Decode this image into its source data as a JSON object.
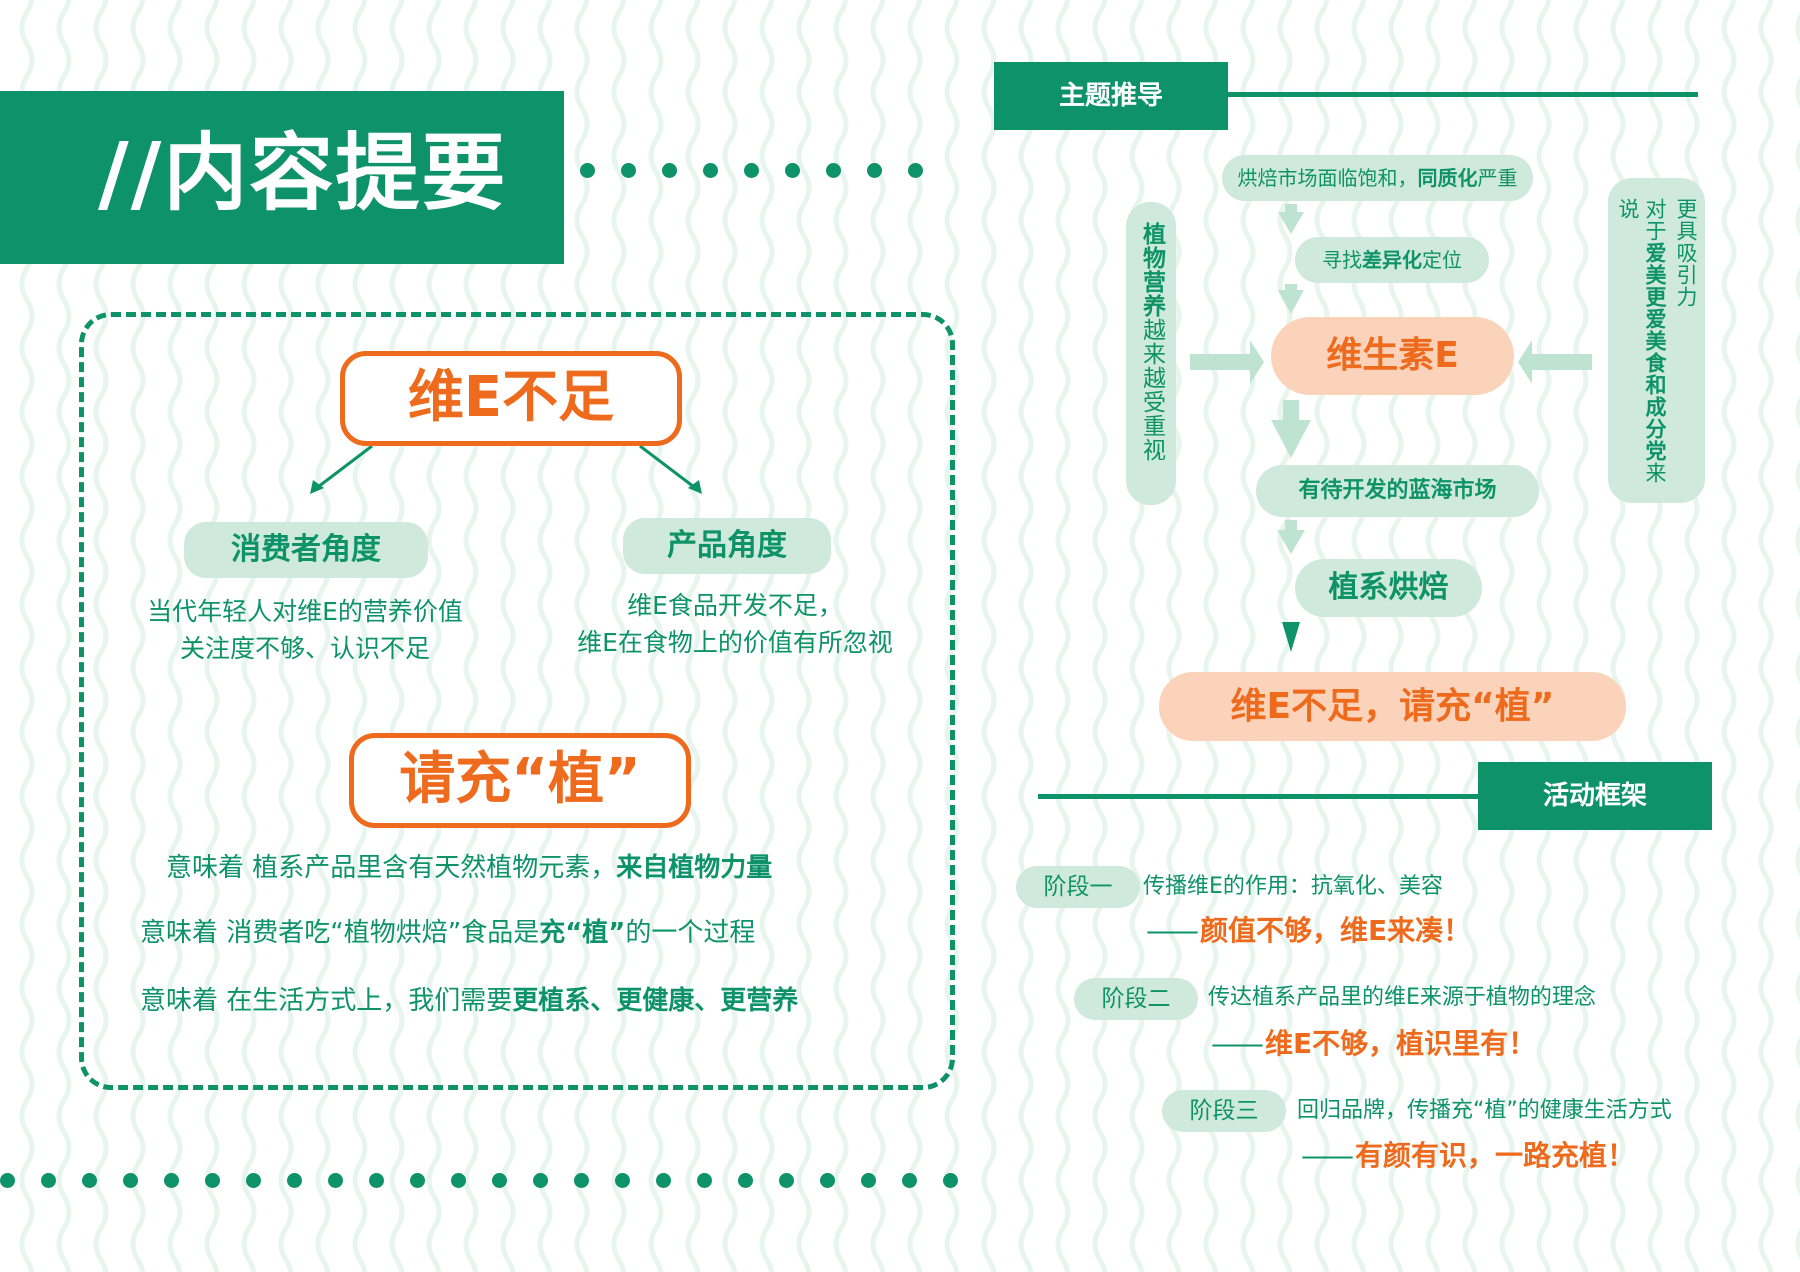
{
  "left": {
    "title": "//内容提要",
    "vit_box": "维E不足",
    "consumer": {
      "label": "消费者角度",
      "line1": "当代年轻人对维E的营养价值",
      "line2": "关注度不够、认识不足"
    },
    "product": {
      "label": "产品角度",
      "line1": "维E食品开发不足，",
      "line2": "维E在食物上的价值有所忽视"
    },
    "zhi_box": "请充“植”",
    "meaning1": {
      "a": "意味着  植系产品里含有天然植物元素，",
      "b": "来自植物力量"
    },
    "meaning2": {
      "a": "意味着 消费者吃“植物烘焙”食品是",
      "b": "充“植”",
      "c": "的一个过程"
    },
    "meaning3": {
      "a": "意味着 在生活方式上，我们需要",
      "b": "更植系、更健康、更营养"
    }
  },
  "theme": {
    "header": "主题推导",
    "saturation": {
      "a": "烘焙市场面临饱和，",
      "b": "同质化",
      "c": "严重"
    },
    "differentiation": {
      "a": "寻找",
      "b": "差异化",
      "c": "定位"
    },
    "vitamin": "维生素E",
    "blue_ocean": "有待开发的蓝海市场",
    "plant_baking": "植系烘焙",
    "final": "维E不足，请充“植”",
    "left_side": {
      "bold": "植物营养",
      "rest": "越来越受重视"
    },
    "right_side": {
      "a": "对于",
      "b": "爱美更爱美食和成分党",
      "c": "来说",
      "d": "更具吸引力"
    }
  },
  "activity": {
    "header": "活动框架",
    "stages": [
      {
        "label": "阶段一",
        "desc": "传播维E的作用：抗氧化、美容",
        "dash": "——",
        "sub": "颜值不够，维E来凑！"
      },
      {
        "label": "阶段二",
        "desc": "传达植系产品里的维E来源于植物的理念",
        "dash": "——",
        "sub": "维E不够，植识里有！"
      },
      {
        "label": "阶段三",
        "desc": "回归品牌，传播充“植”的健康生活方式",
        "dash": "——",
        "sub": "有颜有识，一路充植！"
      }
    ]
  },
  "colors": {
    "green": "#0e9368",
    "orange": "#ee6a1c",
    "light_green": "#cfe9dc",
    "peach": "#fbd3bb",
    "arrow_green": "#bfe3d1"
  }
}
